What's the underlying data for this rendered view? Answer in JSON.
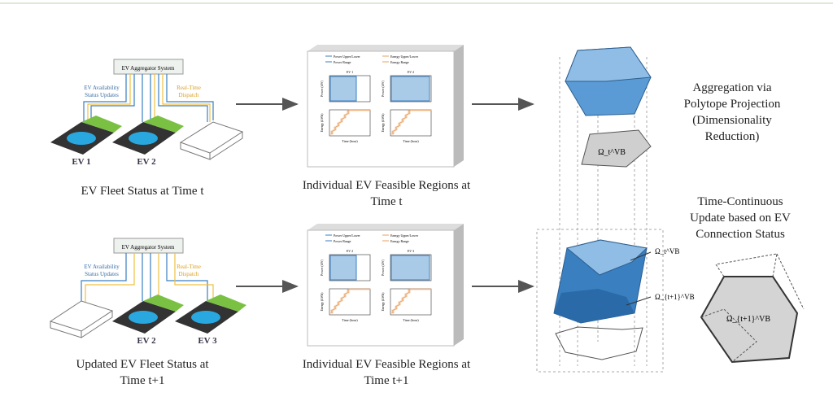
{
  "aggregator_label": "EV Aggregator System",
  "status_label": [
    "EV Availability",
    "Status Updates"
  ],
  "dispatch_label": [
    "Real-Time",
    "Dispatch"
  ],
  "row1": {
    "evs": [
      "EV 1",
      "EV 2"
    ],
    "caption": "EV Fleet Status at Time t",
    "regions_caption": [
      "Individual EV Feasible Regions at",
      "Time t"
    ],
    "plot_titles": [
      "EV 1",
      "EV 2"
    ]
  },
  "row2": {
    "evs": [
      "EV 2",
      "EV 3"
    ],
    "caption": [
      "Updated EV Fleet Status at",
      "Time t+1"
    ],
    "regions_caption": [
      "Individual EV Feasible Regions at",
      "Time t+1"
    ],
    "plot_titles": [
      "EV 2",
      "EV 3"
    ]
  },
  "legend": [
    "Power Upper/Lower",
    "Power Range",
    "Energy Upper/Lower",
    "Energy Range"
  ],
  "axes": {
    "power": "Power (kW)",
    "energy": "Energy (kWh)",
    "time": "Time (hour)"
  },
  "aggregation_text": [
    "Aggregation via",
    "Polytope Projection",
    "(Dimensionality",
    "Reduction)"
  ],
  "update_text": [
    "Time-Continuous",
    "Update based on EV",
    "Connection Status"
  ],
  "omega_t": "Ω_t^VB",
  "omega_t1": "Ω_{t+1}^VB",
  "colors": {
    "blue": "#3a7fc0",
    "light_blue": "#a9cbe8",
    "orange": "#f5c9a0",
    "yellow": "#f0c040",
    "gray": "#cfcfcf"
  }
}
